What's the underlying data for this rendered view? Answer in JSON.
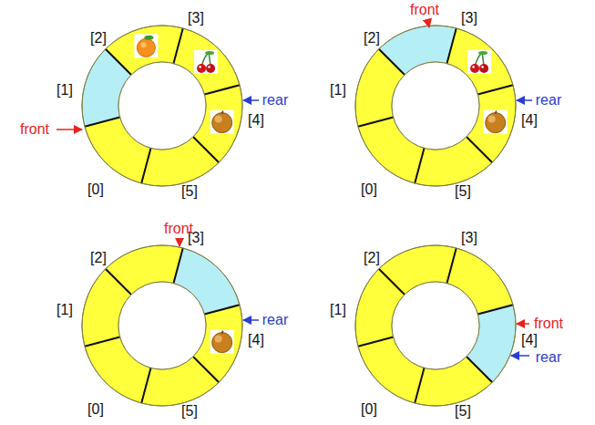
{
  "diagram": {
    "labels": [
      "[2]",
      "[3]",
      "[1]",
      "[4]",
      "[0]",
      "[5]",
      "front",
      "rear",
      "[2]",
      "[3]",
      "[1]",
      "[4]",
      "[0]",
      "[5]",
      "front",
      "rear",
      "[2]",
      "[3]",
      "[1]",
      "[4]",
      "[0]",
      "[5]",
      "front",
      "rear",
      "[2]",
      "[3]",
      "[1]",
      "[4]",
      "[0]",
      "[5]",
      "front",
      "rear"
    ]
  }
}
